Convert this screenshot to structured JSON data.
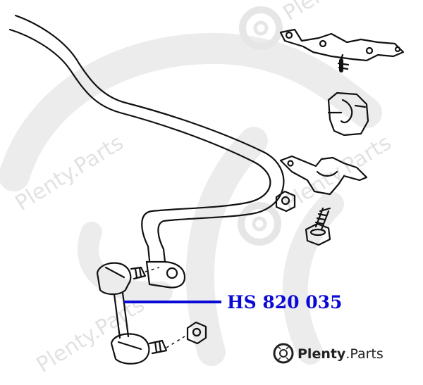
{
  "diagram": {
    "part_number": "HS 820 035",
    "colors": {
      "callout": "#0a0ad6",
      "line_art": "#111111",
      "watermark": "#e4e4e4"
    },
    "watermark": {
      "text": "Plenty.Parts",
      "top": "Plenty"
    },
    "brand": {
      "name": "Plenty",
      "suffix": ".Parts",
      "icon": "brake-disc-icon"
    }
  }
}
